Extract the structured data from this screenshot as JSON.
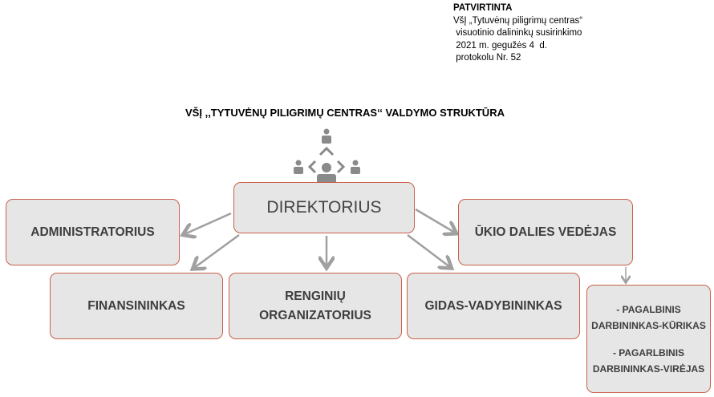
{
  "approval": {
    "heading": "PATVIRTINTA",
    "lines": [
      "VšĮ „Tytuvėnų piligrimų centras“",
      " visuotinio dalininkų susirinkimo",
      " 2021 m. gegužės 4  d.",
      " protokolu Nr. 52"
    ]
  },
  "title": "VŠĮ ,,TYTUVĖNŲ PILIGRIMŲ CENTRAS‘‘ VALDYMO STRUKTŪRA",
  "boxes": {
    "director": "DIREKTORIUS",
    "administrator": "ADMINISTRATORIUS",
    "household": "ŪKIO DALIES VEDĖJAS",
    "finance": "FINANSININKAS",
    "events_1": "RENGINIŲ",
    "events_2": "ORGANIZATORIUS",
    "guide": "GIDAS-VADYBININKAS",
    "helpers": [
      "- PAGALBINIS",
      "DARBININKAS-KŪRIKAS",
      "- PAGARLBINIS",
      "DARBININKAS-VIRĖJAS"
    ]
  },
  "colors": {
    "border": "#c9604a",
    "fill": "#e6e6e6",
    "arrow": "#a0a0a0",
    "icon": "#8a8a8a"
  }
}
